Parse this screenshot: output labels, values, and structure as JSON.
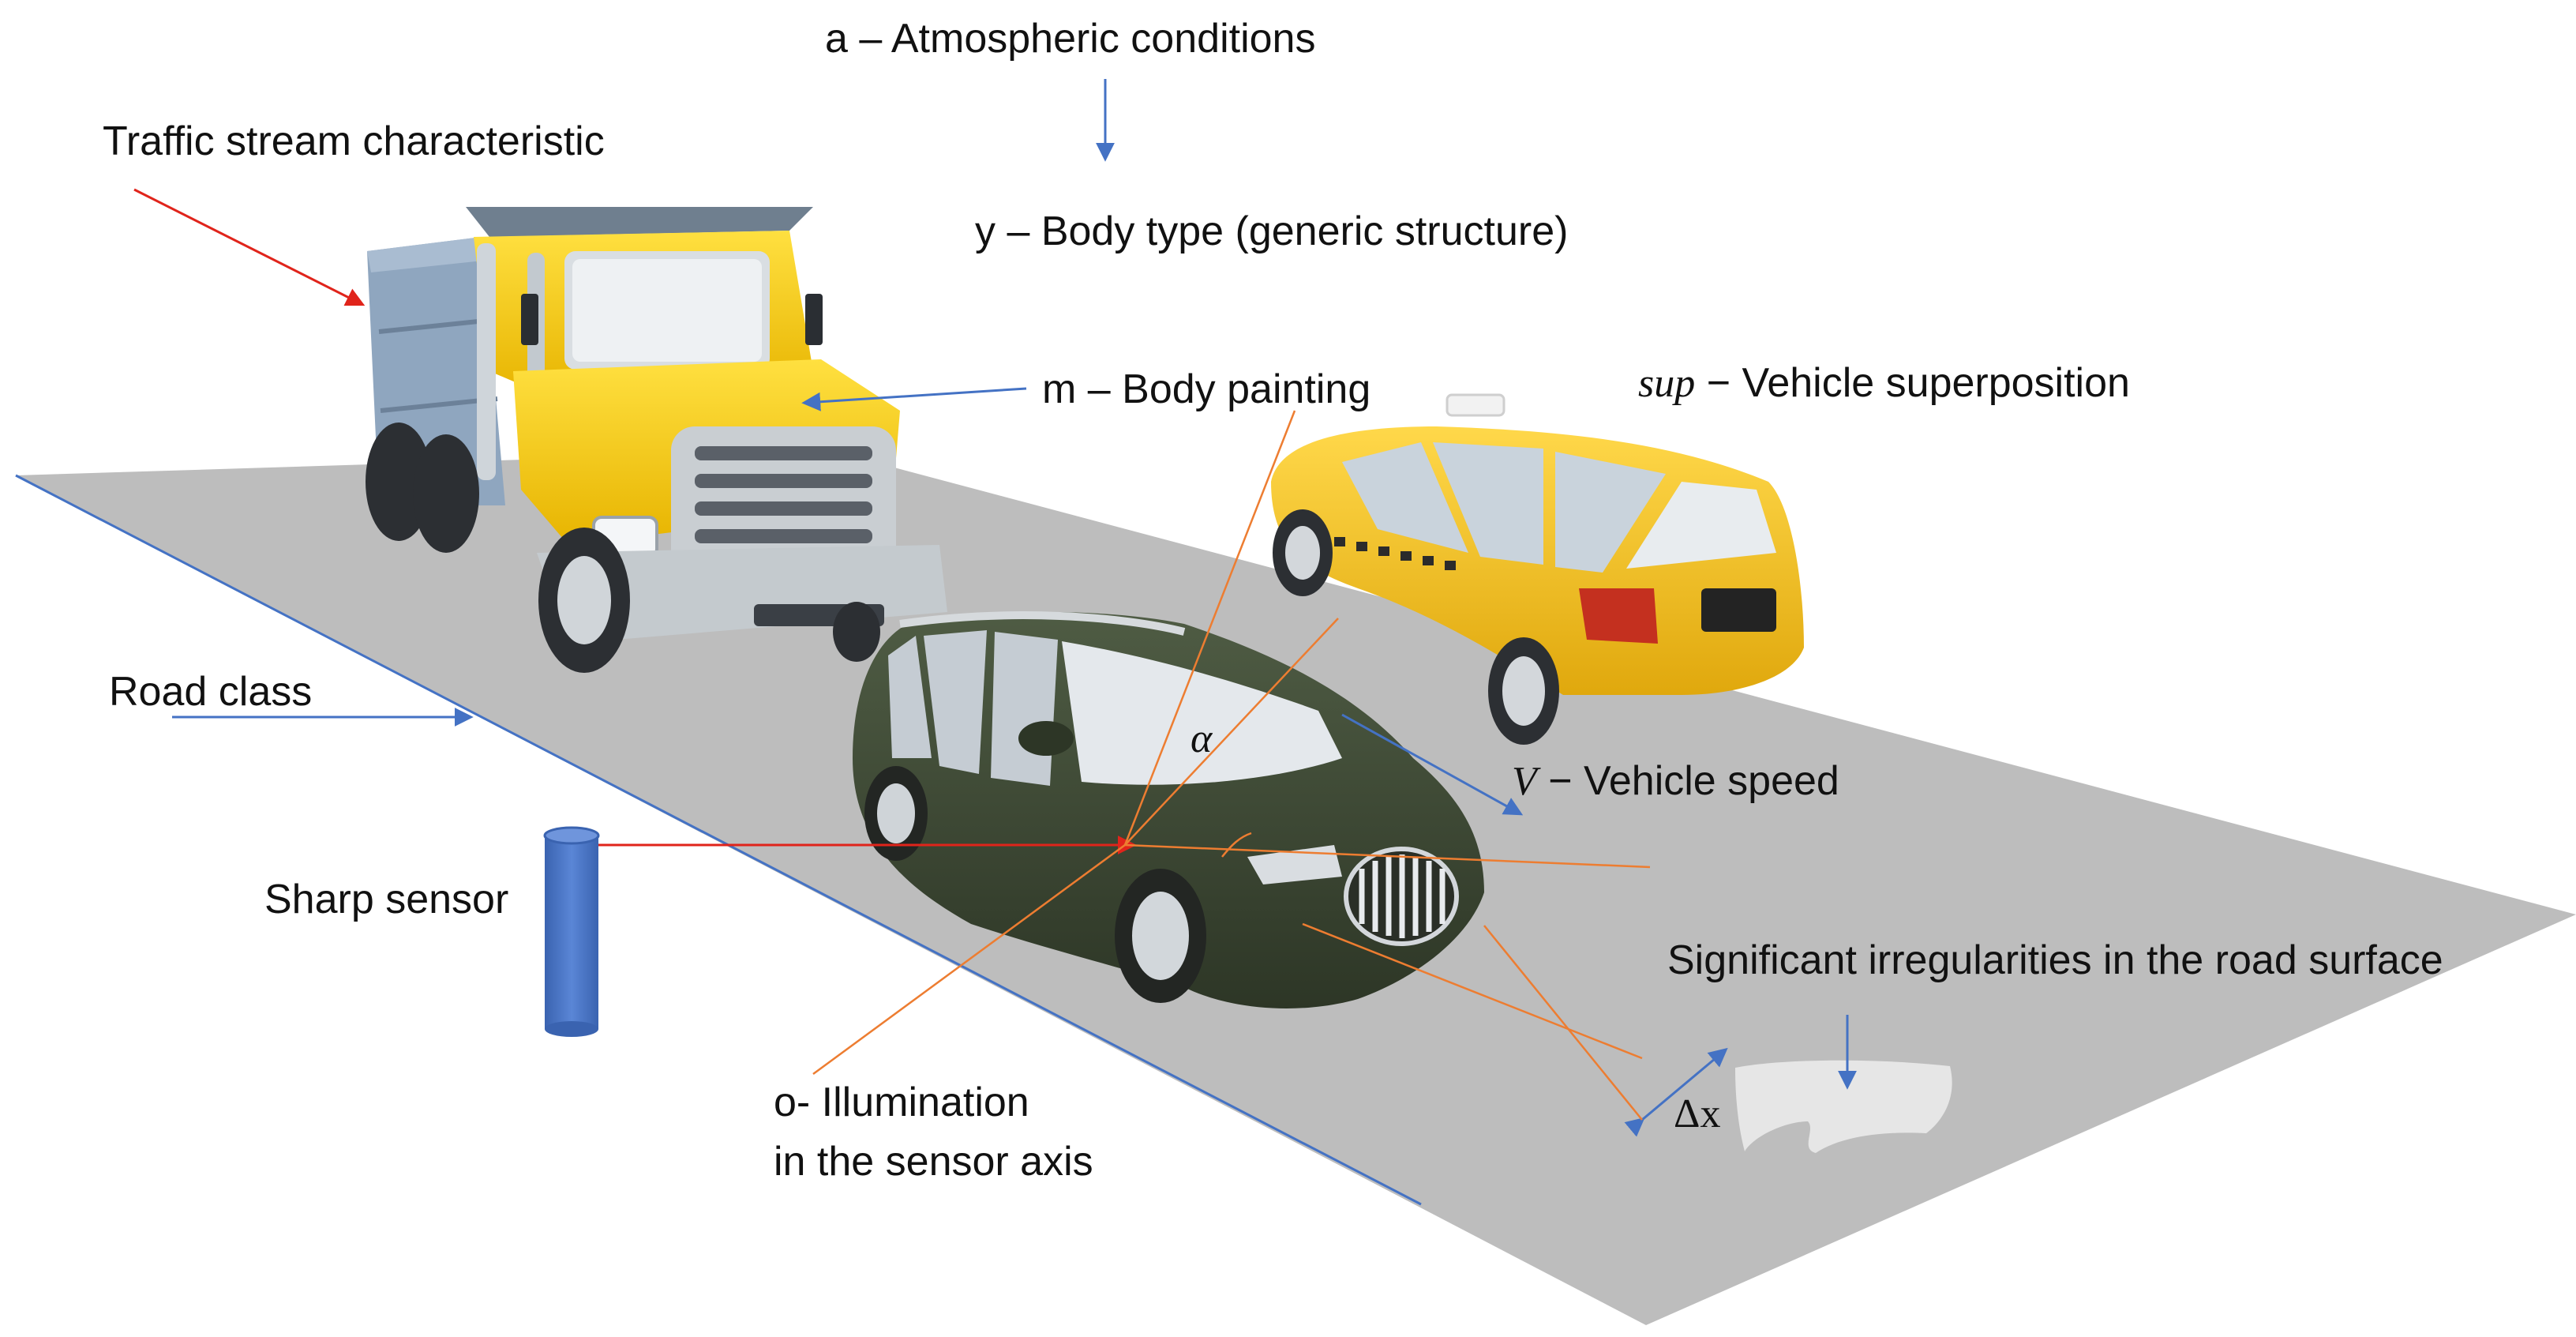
{
  "labels": {
    "atmospheric": "a –  Atmospheric conditions",
    "body_type": "y – Body type (generic structure)",
    "traffic_stream": "Traffic stream characteristic",
    "body_painting": "m – Body painting",
    "superposition_symbol": "sup",
    "superposition_text": "−  Vehicle  superposition",
    "road_class": "Road class",
    "alpha": "α",
    "speed_symbol": "V",
    "speed_text": "− Vehicle speed",
    "sharp_sensor": "Sharp sensor",
    "irregularities": "Significant irregularities in the road surface",
    "illumination_line1": "o- Illumination",
    "illumination_line2": "in the sensor axis",
    "delta_x": "Δx"
  },
  "colors": {
    "road": "#bdbdbd",
    "road_edge": "#4472c4",
    "blue_arrow": "#4472c4",
    "red_arrow": "#e0241b",
    "orange_line": "#ed7d31",
    "sensor": "#4472c4",
    "truck_body": "#f2c811",
    "truck_dump": "#8fa6bf",
    "taxi_body": "#f3c21a",
    "car_body": "#3e4a36",
    "irregularity_patch": "#e6e6e6"
  },
  "icons": {
    "truck": "dump-truck-icon",
    "taxi": "taxi-icon",
    "car": "green-car-icon",
    "sensor": "cylinder-sensor-icon"
  }
}
